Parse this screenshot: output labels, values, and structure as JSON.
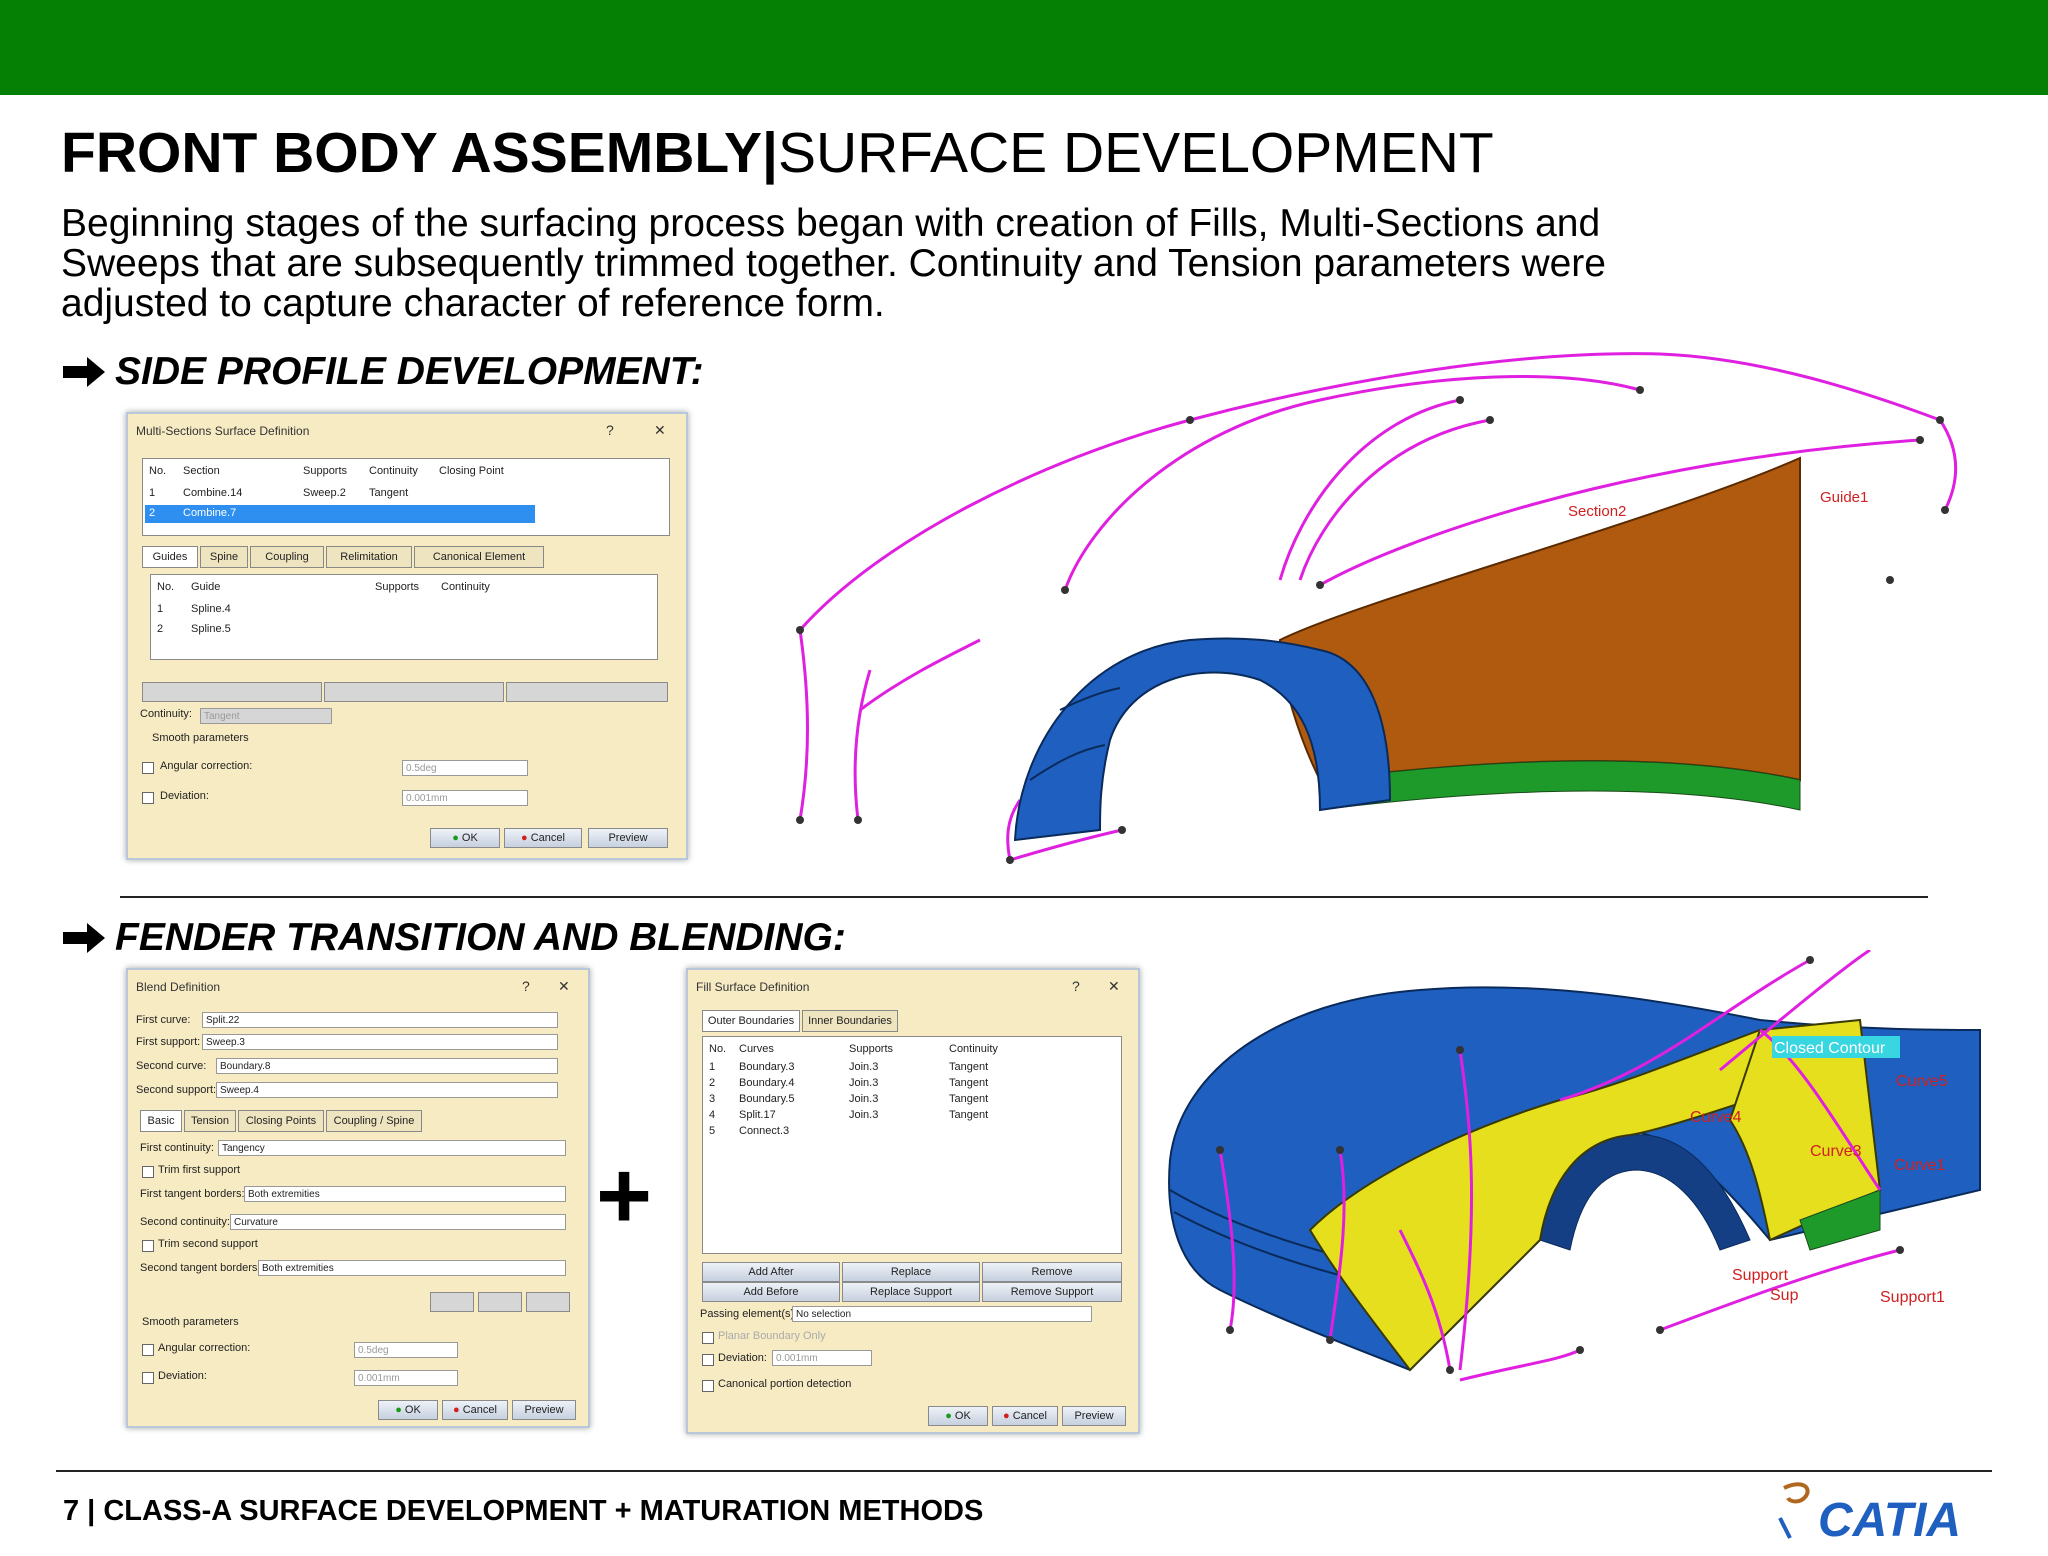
{
  "header": {
    "title_bold": "FRONT BODY ASSEMBLY",
    "title_sep": "|",
    "title_rest": "SURFACE DEVELOPMENT"
  },
  "intro": "Beginning stages of the surfacing process began with creation of Fills, Multi-Sections and Sweeps that are subsequently trimmed together. Continuity and Tension parameters were adjusted to capture character of reference form.",
  "sections": {
    "side_profile": "SIDE PROFILE DEVELOPMENT:",
    "fender": "FENDER TRANSITION AND BLENDING:"
  },
  "plus": "+",
  "footer": {
    "text": "7 | CLASS-A SURFACE DEVELOPMENT + MATURATION METHODS",
    "logo": "CATIA"
  },
  "colors": {
    "brand_green": "#058005",
    "curve_magenta": "#e020e0",
    "surface_blue": "#1f5fbf",
    "surface_brown": "#b05a10",
    "surface_yellow": "#e6df1e"
  },
  "dialog_multisection": {
    "title": "Multi-Sections Surface Definition",
    "help": "?",
    "close": "✕",
    "cols": [
      "No.",
      "Section",
      "Supports",
      "Continuity",
      "Closing Point"
    ],
    "row1": [
      "1",
      "Combine.14",
      "Sweep.2",
      "Tangent"
    ],
    "row2": [
      "2",
      "Combine.7"
    ],
    "tabs": [
      "Guides",
      "Spine",
      "Coupling",
      "Relimitation",
      "Canonical Element"
    ],
    "guide_cols": [
      "No.",
      "Guide",
      "Supports",
      "Continuity"
    ],
    "guides": [
      [
        "1",
        "Spline.4"
      ],
      [
        "2",
        "Spline.5"
      ]
    ],
    "continuity_label": "Continuity:",
    "continuity_value": "Tangent",
    "smooth": "Smooth parameters",
    "angular": "Angular correction:",
    "angular_value": "0.5deg",
    "deviation": "Deviation:",
    "deviation_value": "0.001mm",
    "ok": "OK",
    "cancel": "Cancel",
    "preview": "Preview"
  },
  "dialog_blend": {
    "title": "Blend Definition",
    "help": "?",
    "close": "✕",
    "first_curve_label": "First curve:",
    "first_curve": "Split.22",
    "first_support_label": "First support:",
    "first_support": "Sweep.3",
    "second_curve_label": "Second curve:",
    "second_curve": "Boundary.8",
    "second_support_label": "Second support:",
    "second_support": "Sweep.4",
    "tabs": [
      "Basic",
      "Tension",
      "Closing Points",
      "Coupling / Spine"
    ],
    "first_continuity_label": "First continuity:",
    "first_continuity": "Tangency",
    "trim_first": "Trim first support",
    "first_tangent_label": "First tangent borders:",
    "first_tangent": "Both extremities",
    "second_continuity_label": "Second continuity:",
    "second_continuity": "Curvature",
    "trim_second": "Trim second support",
    "second_tangent_label": "Second tangent borders:",
    "second_tangent": "Both extremities",
    "smooth": "Smooth parameters",
    "angular": "Angular correction:",
    "angular_value": "0.5deg",
    "deviation": "Deviation:",
    "deviation_value": "0.001mm",
    "ok": "OK",
    "cancel": "Cancel",
    "preview": "Preview"
  },
  "dialog_fill": {
    "title": "Fill Surface Definition",
    "help": "?",
    "close": "✕",
    "tabs": [
      "Outer Boundaries",
      "Inner Boundaries"
    ],
    "cols": [
      "No.",
      "Curves",
      "Supports",
      "Continuity"
    ],
    "rows": [
      [
        "1",
        "Boundary.3",
        "Join.3",
        "Tangent"
      ],
      [
        "2",
        "Boundary.4",
        "Join.3",
        "Tangent"
      ],
      [
        "3",
        "Boundary.5",
        "Join.3",
        "Tangent"
      ],
      [
        "4",
        "Split.17",
        "Join.3",
        "Tangent"
      ],
      [
        "5",
        "Connect.3",
        "",
        ""
      ]
    ],
    "buttons": [
      "Add After",
      "Replace",
      "Remove",
      "Add Before",
      "Replace Support",
      "Remove Support"
    ],
    "passing_label": "Passing element(s):",
    "passing_value": "No selection",
    "planar": "Planar Boundary Only",
    "deviation": "Deviation:",
    "deviation_value": "0.001mm",
    "canonical": "Canonical portion detection",
    "ok": "OK",
    "cancel": "Cancel",
    "preview": "Preview"
  },
  "model_labels": {
    "section2": "Section2",
    "guide1": "Guide1",
    "closed_contour": "Closed Contour",
    "curve5": "Curve5",
    "curve4": "Curve4",
    "curve3": "Curve3",
    "curve1": "Curve1",
    "support": "Support",
    "support1": "Support1",
    "sup": "Sup"
  }
}
